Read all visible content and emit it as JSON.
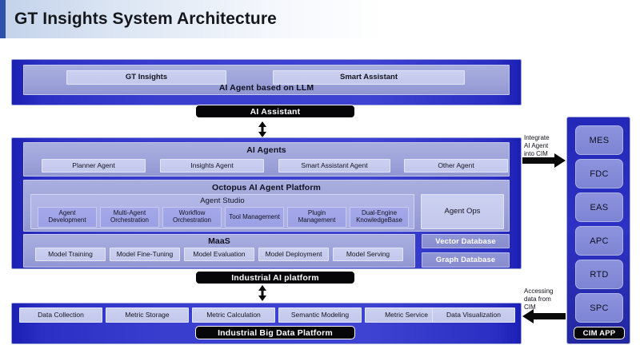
{
  "page_title": "GT Insights System Architecture",
  "accent_color": "#2c51a8",
  "panel_color": "#3a3ecf",
  "pill_color": "#060608",
  "layers": {
    "top": {
      "band_title": "AI Agent based on LLM",
      "apps": [
        "GT Insights",
        "Smart Assistant"
      ],
      "pill": "AI Assistant"
    },
    "agents": {
      "band_title": "AI Agents",
      "items": [
        "Planner Agent",
        "Insights Agent",
        "Smart Assistant Agent",
        "Other Agent"
      ],
      "platform_title": "Octopus AI Agent Platform",
      "studio": {
        "title": "Agent Studio",
        "items": [
          "Agent Development",
          "Multi-Agent Orchestration",
          "Workflow Orchestration",
          "Tool Management",
          "Plugin Management",
          "Dual-Engine KnowledgeBase"
        ]
      },
      "agent_ops": "Agent Ops",
      "maas": {
        "title": "MaaS",
        "items": [
          "Model Training",
          "Model Fine-Tuning",
          "Model Evaluation",
          "Model Deployment",
          "Model Serving"
        ]
      },
      "databases": [
        "Vector Database",
        "Graph Database"
      ],
      "pill": "Industrial AI platform"
    },
    "data": {
      "items": [
        "Data Collection",
        "Metric Storage",
        "Metric Calculation",
        "Semantic Modeling",
        "Metric Service",
        "Data Visualization"
      ],
      "pill": "Industrial Big Data Platform"
    }
  },
  "cim": {
    "modules": [
      "MES",
      "FDC",
      "EAS",
      "APC",
      "RTD",
      "SPC"
    ],
    "pill": "CIM APP"
  },
  "annotations": {
    "integrate": "Integrate\nAI Agent\ninto CIM",
    "accessing": "Accessing\ndata from\nCIM"
  }
}
